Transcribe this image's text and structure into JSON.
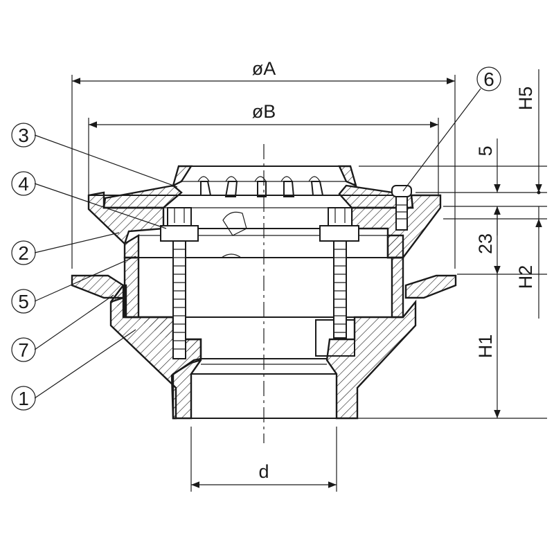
{
  "diagram": {
    "part_labels": [
      "3",
      "4",
      "2",
      "5",
      "7",
      "1",
      "6"
    ],
    "dimensions": {
      "outer_diameter": "øA",
      "inner_diameter": "øB",
      "height_5": "H5",
      "height_2": "H2",
      "height_1": "H1",
      "thickness": "5",
      "gap": "23",
      "outlet": "d"
    },
    "colors": {
      "line": "#1a1a1a",
      "background": "#ffffff"
    }
  }
}
